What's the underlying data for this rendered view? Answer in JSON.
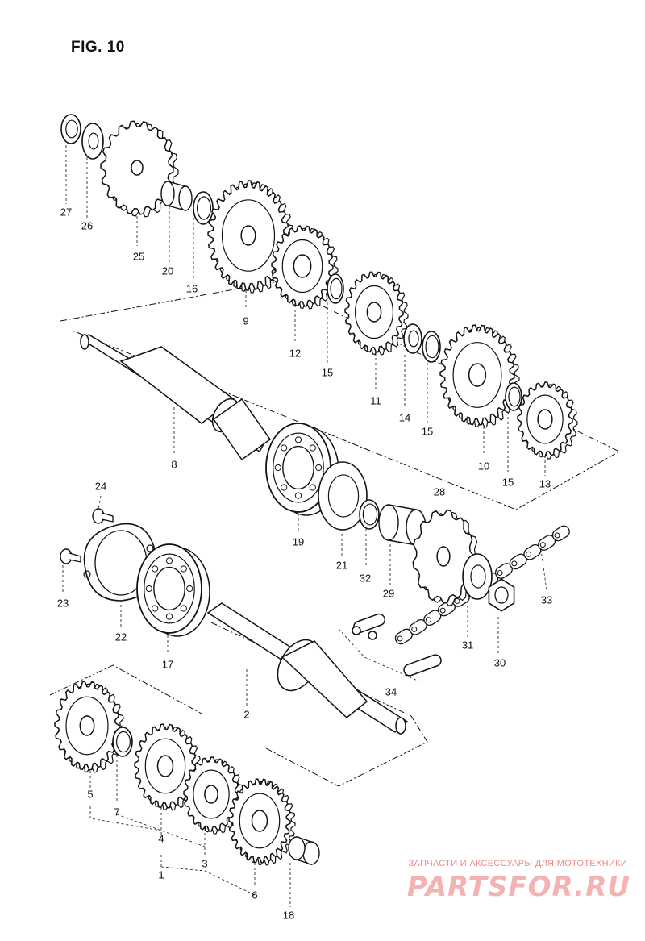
{
  "figure": {
    "title": "FIG. 10"
  },
  "callouts": [
    {
      "id": "p27",
      "label": "27"
    },
    {
      "id": "p26",
      "label": "26"
    },
    {
      "id": "p25",
      "label": "25"
    },
    {
      "id": "p20",
      "label": "20"
    },
    {
      "id": "p16",
      "label": "16"
    },
    {
      "id": "p9",
      "label": "9"
    },
    {
      "id": "p12",
      "label": "12"
    },
    {
      "id": "p15a",
      "label": "15"
    },
    {
      "id": "p11",
      "label": "11"
    },
    {
      "id": "p14",
      "label": "14"
    },
    {
      "id": "p15b",
      "label": "15"
    },
    {
      "id": "p10",
      "label": "10"
    },
    {
      "id": "p15c",
      "label": "15"
    },
    {
      "id": "p13",
      "label": "13"
    },
    {
      "id": "p8",
      "label": "8"
    },
    {
      "id": "p24",
      "label": "24"
    },
    {
      "id": "p28",
      "label": "28"
    },
    {
      "id": "p19",
      "label": "19"
    },
    {
      "id": "p21",
      "label": "21"
    },
    {
      "id": "p32",
      "label": "32"
    },
    {
      "id": "p29",
      "label": "29"
    },
    {
      "id": "p33",
      "label": "33"
    },
    {
      "id": "p23",
      "label": "23"
    },
    {
      "id": "p22",
      "label": "22"
    },
    {
      "id": "p17",
      "label": "17"
    },
    {
      "id": "p31",
      "label": "31"
    },
    {
      "id": "p30",
      "label": "30"
    },
    {
      "id": "p34",
      "label": "34"
    },
    {
      "id": "p2",
      "label": "2"
    },
    {
      "id": "p5",
      "label": "5"
    },
    {
      "id": "p7",
      "label": "7"
    },
    {
      "id": "p4",
      "label": "4"
    },
    {
      "id": "p3",
      "label": "3"
    },
    {
      "id": "p1",
      "label": "1"
    },
    {
      "id": "p6",
      "label": "6"
    },
    {
      "id": "p18",
      "label": "18"
    }
  ],
  "watermark": {
    "caption": "ЗАПЧАСТИ И АКСЕССУАРЫ ДЛЯ МОТОТЕХНИКИ",
    "logo": "PARTSFOR.RU"
  }
}
